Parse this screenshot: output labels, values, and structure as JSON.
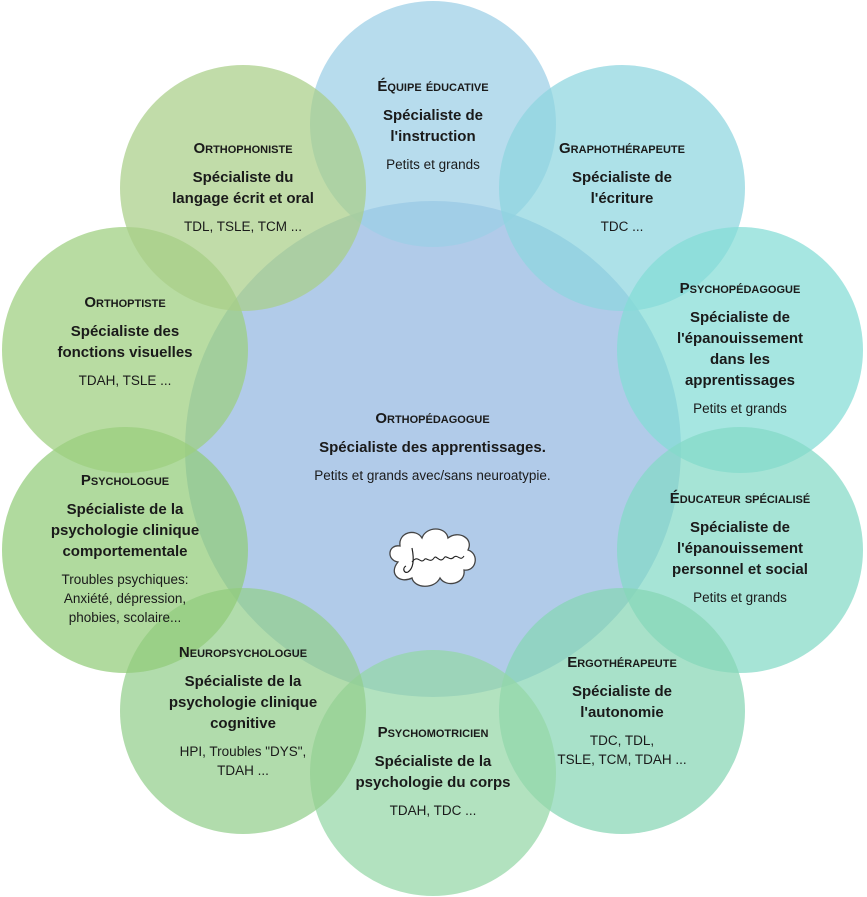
{
  "center": {
    "title": "Orthopédagogue",
    "role": "Spécialiste des apprentissages.",
    "public": "Petits et grands avec/sans neuroatypie.",
    "color": "#adc8e8",
    "logo_text": "Jamadawe"
  },
  "satellites": [
    {
      "key": "equipe",
      "title": "Équipe éducative",
      "role": [
        "Spécialiste de",
        "l'instruction"
      ],
      "public": [
        "Petits et grands"
      ],
      "color": "#9bcfe6"
    },
    {
      "key": "grapho",
      "title": "Graphothérapeute",
      "role": [
        "Spécialiste de",
        "l'écriture"
      ],
      "public": [
        "TDC ..."
      ],
      "color": "#8dd6df"
    },
    {
      "key": "psychoped",
      "title": "Psychopédagogue",
      "role": [
        "Spécialiste de",
        "l'épanouissement",
        "dans les",
        "apprentissages"
      ],
      "public": [
        "Petits et grands"
      ],
      "color": "#84dcd6"
    },
    {
      "key": "educ",
      "title": "Éducateur spécialisé",
      "role": [
        "Spécialiste de",
        "l'épanouissement",
        "personnel et social"
      ],
      "public": [
        "Petits et grands"
      ],
      "color": "#84dac6"
    },
    {
      "key": "ergo",
      "title": "Ergothérapeute",
      "role": [
        "Spécialiste de",
        "l'autonomie"
      ],
      "public": [
        "TDC, TDL,",
        "TSLE, TCM, TDAH ..."
      ],
      "color": "#86d6b4"
    },
    {
      "key": "psychomot",
      "title": "Psychomotricien",
      "role": [
        "Spécialiste de la",
        "psychologie du corps"
      ],
      "public": [
        "TDAH, TDC ..."
      ],
      "color": "#94d7a6"
    },
    {
      "key": "neuro",
      "title": "Neuropsychologue",
      "role": [
        "Spécialiste de la",
        "psychologie clinique",
        "cognitive"
      ],
      "public": [
        "HPI, Troubles \"DYS\",",
        "TDAH ..."
      ],
      "color": "#93cf8c"
    },
    {
      "key": "psycho",
      "title": "Psychologue",
      "role": [
        "Spécialiste de la",
        "psychologie clinique",
        "comportementale"
      ],
      "public": [
        "Troubles psychiques:",
        "Anxiété, dépression,",
        "phobies, scolaire..."
      ],
      "color": "#92cc78"
    },
    {
      "key": "orthoptiste",
      "title": "Orthoptiste",
      "role": [
        "Spécialiste des",
        "fonctions visuelles"
      ],
      "public": [
        "TDAH, TSLE ..."
      ],
      "color": "#9ccf7e"
    },
    {
      "key": "orthophoniste",
      "title": "Orthophoniste",
      "role": [
        "Spécialiste du",
        "langage écrit et oral"
      ],
      "public": [
        "TDL, TSLE, TCM ..."
      ],
      "color": "#a9cf88"
    }
  ]
}
